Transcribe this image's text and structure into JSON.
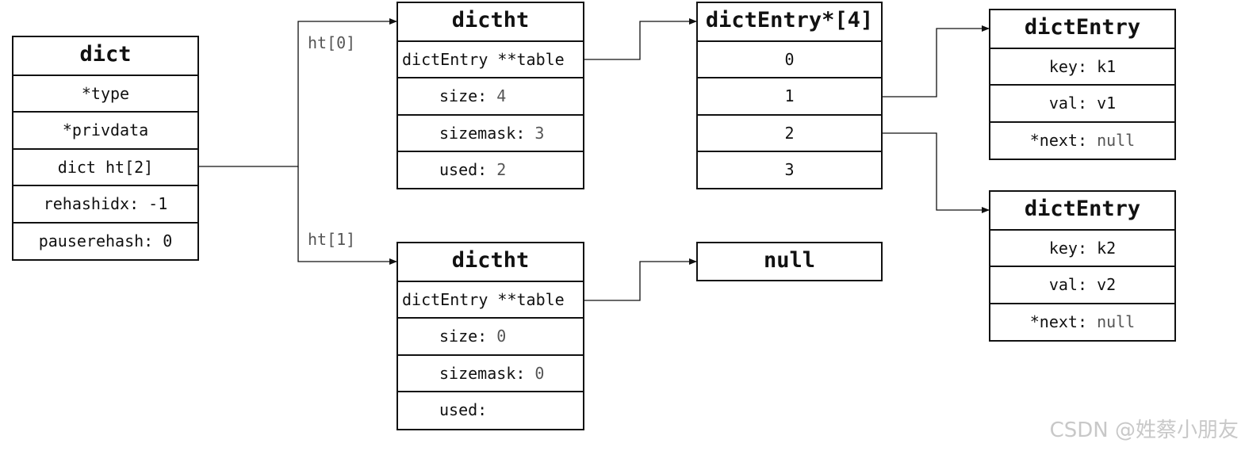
{
  "dict": {
    "title": "dict",
    "rows": [
      "*type",
      "*privdata",
      "dict ht[2]",
      "rehashidx: -1",
      "pauserehash: 0"
    ]
  },
  "ht_labels": [
    "ht[0]",
    "ht[1]"
  ],
  "dictht0": {
    "title": "dictht",
    "table": "dictEntry **table",
    "size_key": "size:",
    "size_val": "4",
    "sizemask_key": "sizemask:",
    "sizemask_val": "3",
    "used_key": "used:",
    "used_val": "2"
  },
  "dictht1": {
    "title": "dictht",
    "table": "dictEntry **table",
    "size_key": "size:",
    "size_val": "0",
    "sizemask_key": "sizemask:",
    "sizemask_val": "0",
    "used_key": "used:",
    "used_val": ""
  },
  "bucket_array": {
    "title": "dictEntry*[4]",
    "indices": [
      "0",
      "1",
      "2",
      "3"
    ]
  },
  "null_box": {
    "title": "null"
  },
  "entry1": {
    "title": "dictEntry",
    "key_key": "key:",
    "key_val": "k1",
    "val_key": "val:",
    "val_val": "v1",
    "next_key": "*next:",
    "next_val": "null"
  },
  "entry2": {
    "title": "dictEntry",
    "key_key": "key:",
    "key_val": "k2",
    "val_key": "val:",
    "val_val": "v2",
    "next_key": "*next:",
    "next_val": "null"
  },
  "watermark": "CSDN @姓蔡小朋友"
}
